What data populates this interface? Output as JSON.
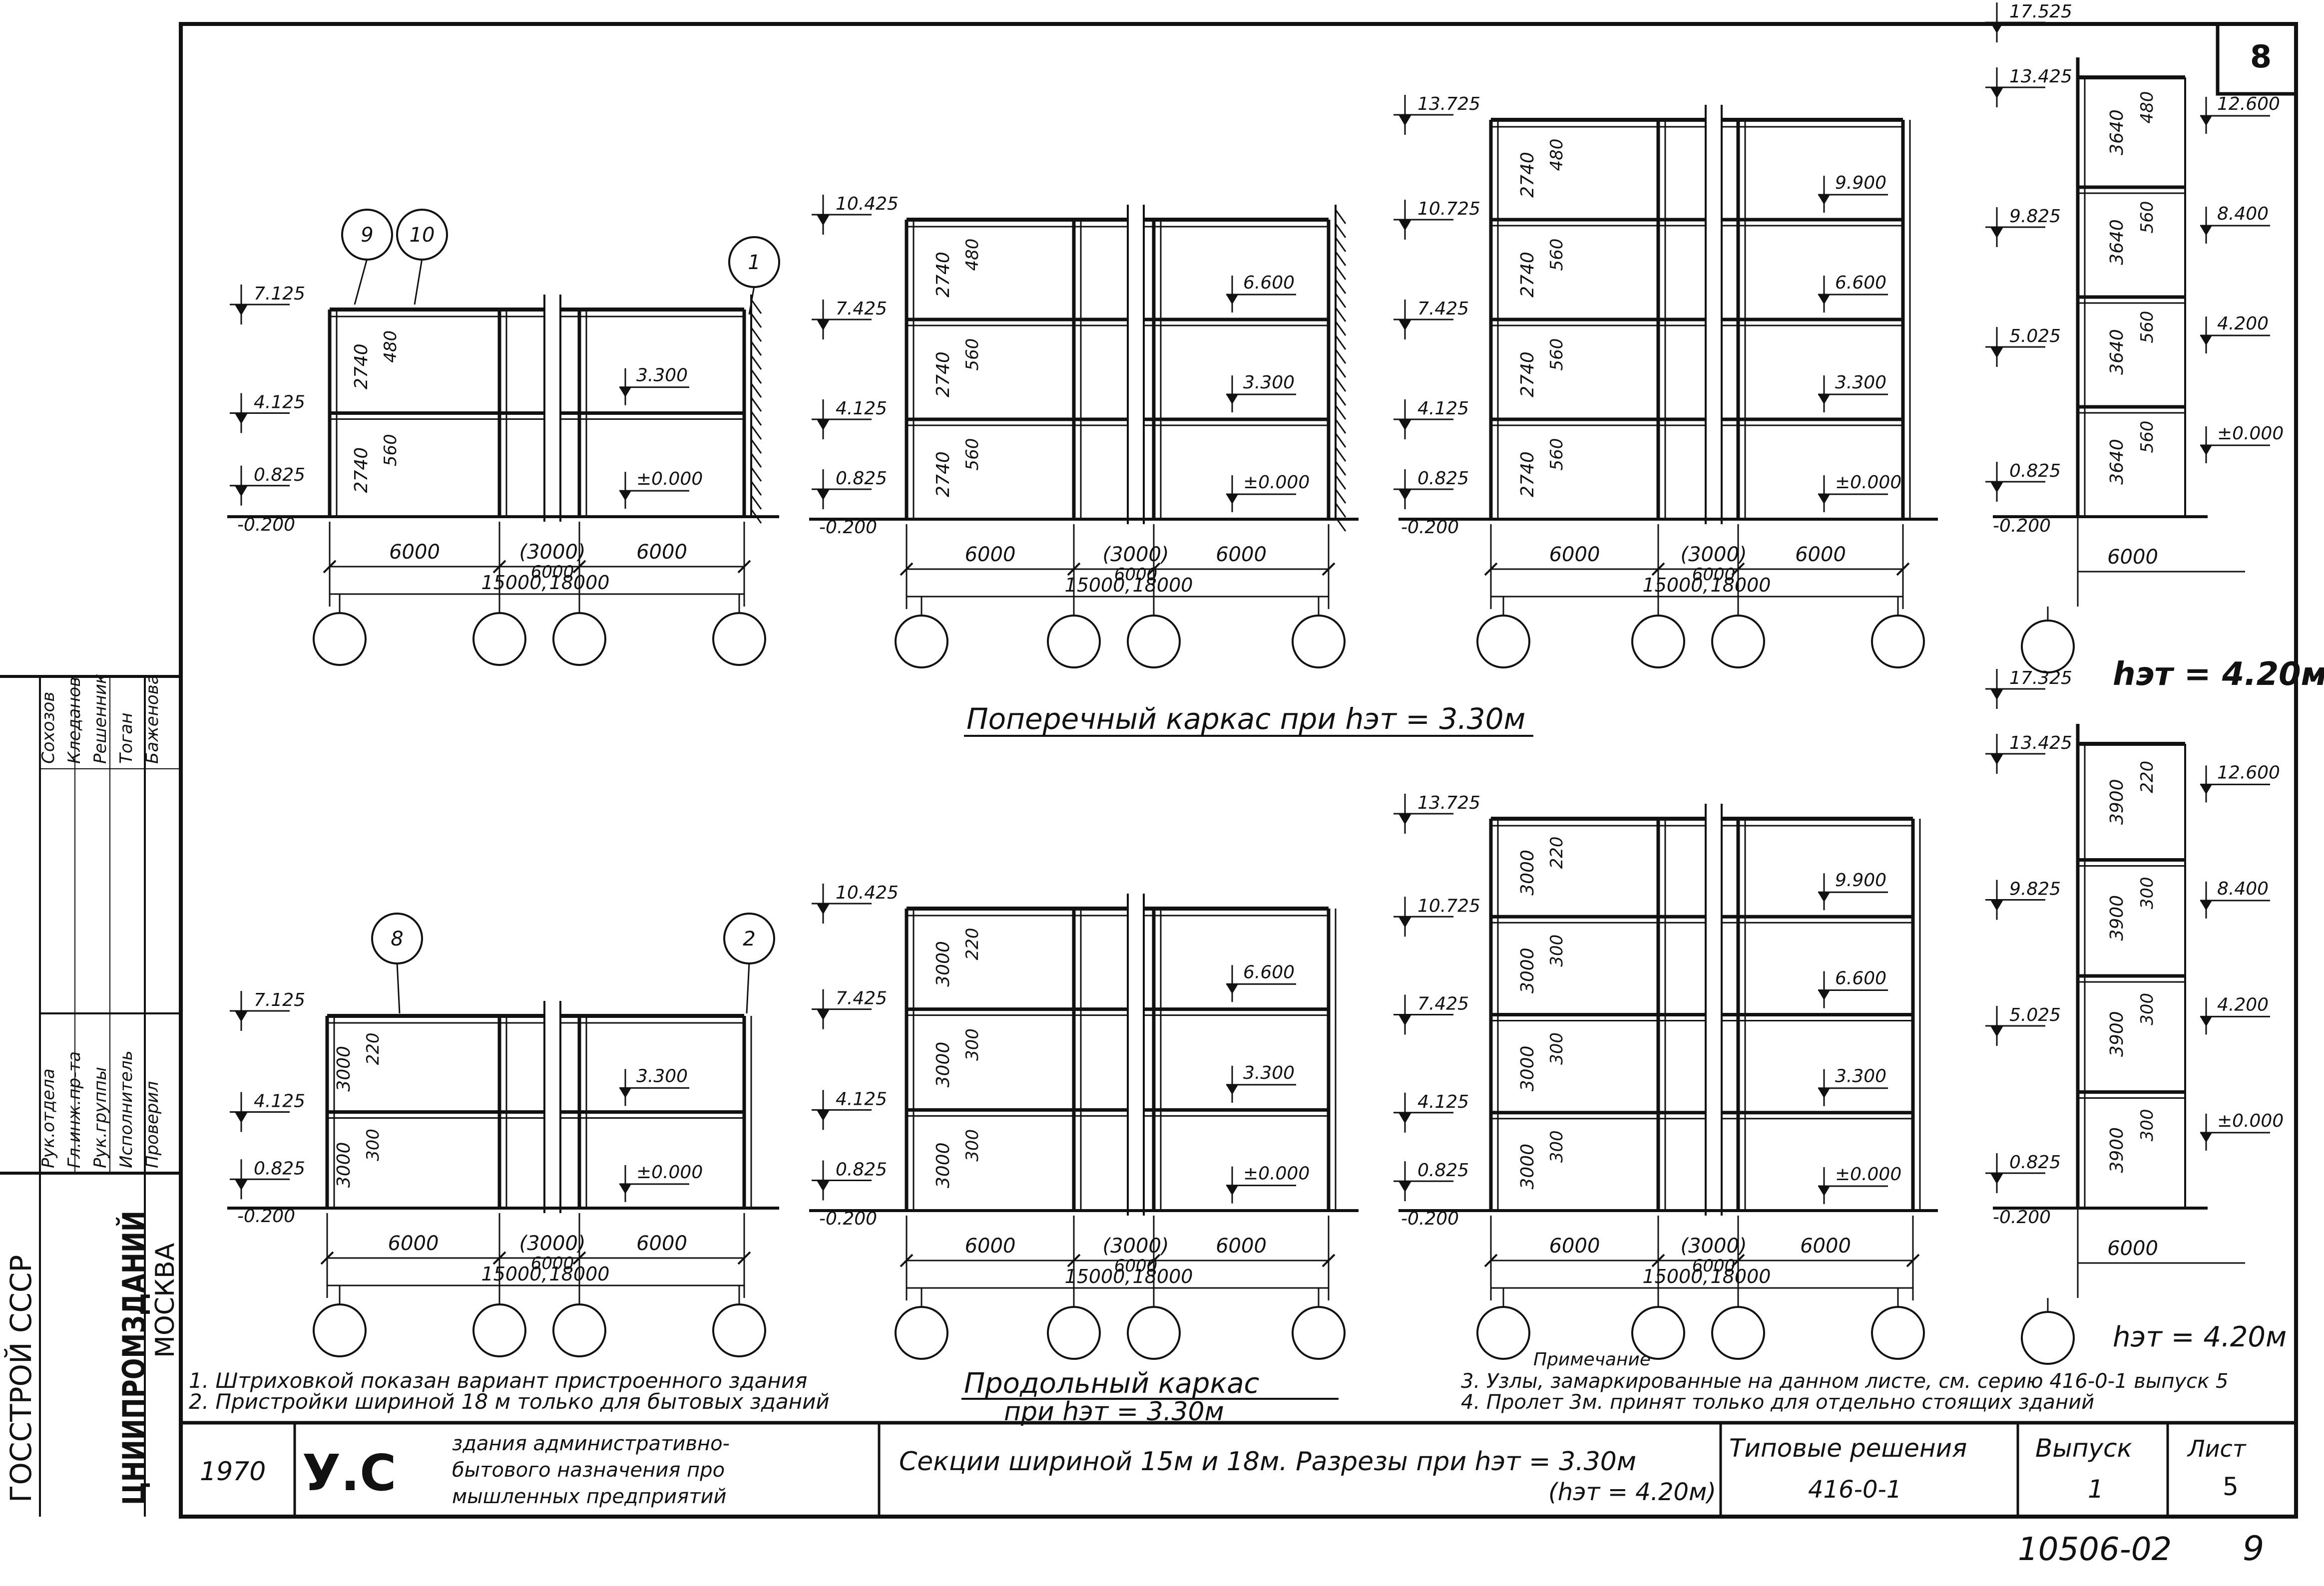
{
  "sheet": {
    "number": "8",
    "page_number": "9",
    "archive_code": "10506-02"
  },
  "sections": {
    "s15_2": {
      "bubbles": [
        "9",
        "10",
        "1"
      ],
      "levels": [
        "7.125",
        "4.125",
        "0.825",
        "-0.200"
      ],
      "heights": [
        "2740",
        "480",
        "2740",
        "560"
      ],
      "floor_marks": [
        "3.300",
        "±0.000"
      ],
      "spans": [
        "6000",
        "(3000)",
        "6000",
        "6000"
      ],
      "totals": [
        "15000",
        "18000"
      ]
    },
    "s15_3": {
      "levels": [
        "10.425",
        "7.425",
        "4.125",
        "0.825",
        "-0.200"
      ],
      "heights": [
        "2740",
        "480",
        "2740",
        "560",
        "2740",
        "560"
      ],
      "floor_marks": [
        "6.600",
        "3.300",
        "±0.000"
      ],
      "spans": [
        "6000",
        "(3000)",
        "6000",
        "6000"
      ],
      "totals": [
        "15000",
        "18000"
      ]
    },
    "s15_4": {
      "levels": [
        "13.725",
        "10.725",
        "7.425",
        "4.125",
        "0.825",
        "-0.200"
      ],
      "heights": [
        "2740",
        "480",
        "2740",
        "560",
        "2740",
        "560",
        "2740",
        "560"
      ],
      "floor_marks": [
        "9.900",
        "6.600",
        "3.300",
        "±0.000"
      ],
      "spans": [
        "6000",
        "(3000)",
        "6000",
        "6000"
      ],
      "totals": [
        "15000",
        "18000"
      ]
    },
    "s42": {
      "levels": [
        "17.525",
        "13.425",
        "9.825",
        "5.025",
        "0.825",
        "-0.200"
      ],
      "heights": [
        "3640",
        "480",
        "3640",
        "560",
        "3640",
        "560",
        "3640",
        "560"
      ],
      "floor_marks": [
        "12.600",
        "8.400",
        "4.200",
        "±0.000"
      ],
      "span": "6000",
      "height_note": "hэт = 4.20м"
    },
    "l15_2": {
      "bubbles": [
        "8",
        "2"
      ],
      "levels": [
        "7.125",
        "4.125",
        "0.825",
        "-0.200"
      ],
      "heights": [
        "3000",
        "220",
        "3000",
        "300"
      ],
      "floor_marks": [
        "3.300",
        "±0.000"
      ],
      "spans": [
        "6000",
        "(3000)",
        "6000",
        "6000"
      ],
      "totals": [
        "15000",
        "18000"
      ]
    },
    "l15_3": {
      "levels": [
        "10.425",
        "7.425",
        "4.125",
        "0.825",
        "-0.200"
      ],
      "heights": [
        "3000",
        "220",
        "3000",
        "300",
        "3000",
        "300"
      ],
      "floor_marks": [
        "6.600",
        "3.300",
        "±0.000"
      ],
      "spans": [
        "6000",
        "(3000)",
        "6000",
        "6000"
      ],
      "totals": [
        "15000",
        "18000"
      ]
    },
    "l15_4": {
      "levels": [
        "13.725",
        "10.725",
        "7.425",
        "4.125",
        "0.825",
        "-0.200"
      ],
      "heights": [
        "3000",
        "220",
        "3000",
        "300",
        "3000",
        "300",
        "3000",
        "300"
      ],
      "floor_marks": [
        "9.900",
        "6.600",
        "3.300",
        "±0.000"
      ],
      "spans": [
        "6000",
        "(3000)",
        "6000",
        "6000"
      ],
      "totals": [
        "15000",
        "18000"
      ]
    },
    "l42": {
      "levels": [
        "17.325",
        "13.425",
        "9.825",
        "5.025",
        "0.825",
        "-0.200"
      ],
      "heights": [
        "3900",
        "220",
        "3900",
        "300",
        "3900",
        "300",
        "3900",
        "300"
      ],
      "floor_marks": [
        "12.600",
        "8.400",
        "4.200",
        "±0.000"
      ],
      "span": "6000",
      "height_note": "hэт = 4.20м"
    }
  },
  "captions": {
    "transverse": "Поперечный каркас при hэт = 3.30м",
    "longitudinal_1": "Продольный каркас",
    "longitudinal_2": "при hэт = 3.30м"
  },
  "notes": {
    "n1": "1. Штриховкой показан вариант пристроенного здания",
    "n2": "2. Пристройки шириной 18 м только для бытовых зданий",
    "head": "Примечание",
    "n3": "3. Узлы, замаркированные на данном листе, см. серию 416-0-1 выпуск 5",
    "n4": "4. Пролет 3м. принят только для отдельно стоящих зданий"
  },
  "title_block": {
    "year": "1970",
    "code": "У.С",
    "org_desc_1": "здания административно-",
    "org_desc_2": "бытового назначения про",
    "org_desc_3": "мышленных предприятий",
    "drawing_1": "Секции шириной 15м и 18м. Разрезы при hэт = 3.30м",
    "drawing_2": "(hэт = 4.20м)",
    "series_label": "Типовые решения",
    "series_code": "416-0-1",
    "issue_label": "Выпуск",
    "issue_value": "1",
    "sheet_label": "Лист",
    "sheet_value": "5"
  },
  "side_stamp": {
    "org_1": "ГОССТРОЙ СССР",
    "org_2": "ЦНИИПРОМЗДАНИЙ",
    "org_3": "МОСКВА",
    "roles": [
      "Рук.отдела",
      "Гл.инж.пр-та",
      "Рук.группы",
      "Исполнитель",
      "Проверил"
    ],
    "names": [
      "Сохозов",
      "Кледанов",
      "Решенник",
      "Тоган",
      "Баженова"
    ]
  }
}
